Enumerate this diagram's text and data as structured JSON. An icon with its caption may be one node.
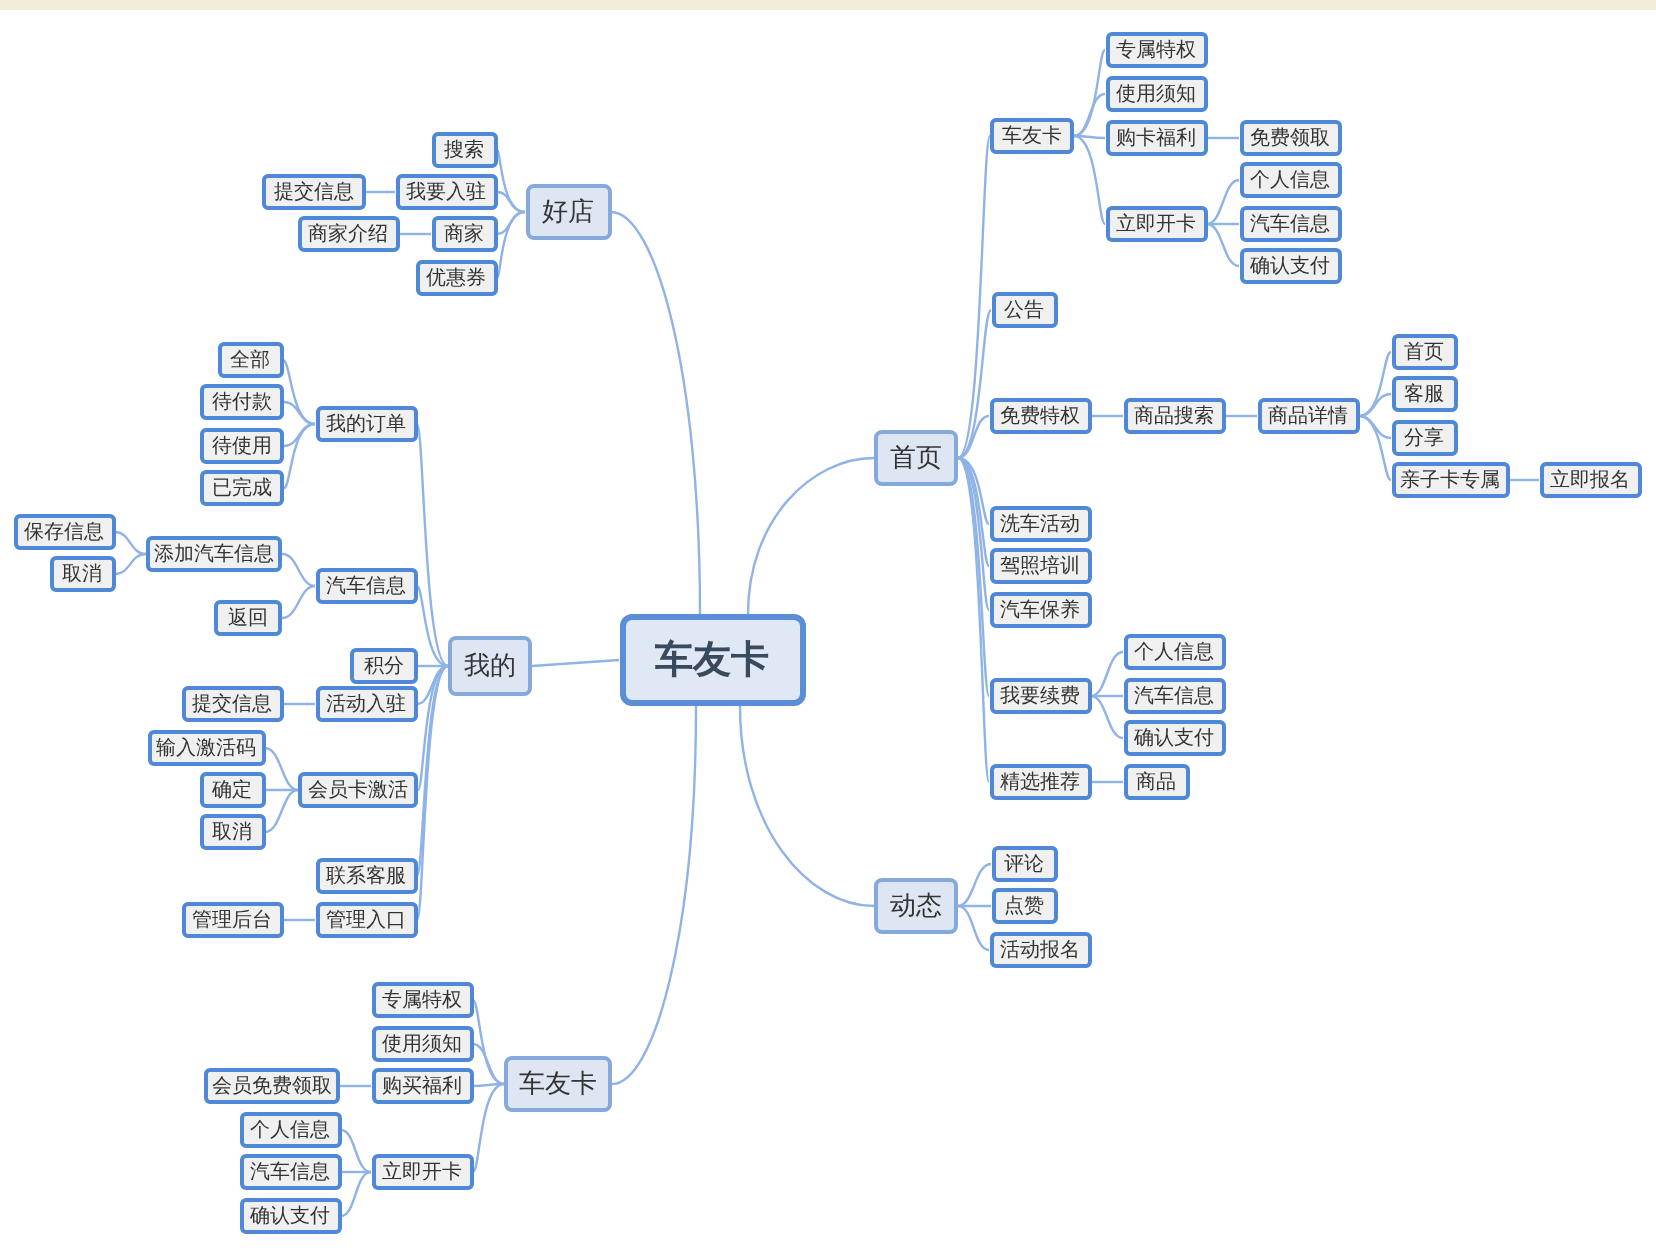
{
  "diagram": {
    "nodes": [
      {
        "text": [
          "车友卡"
        ]
      },
      {
        "text": [
          "好店"
        ]
      },
      {
        "text": [
          "搜索"
        ]
      },
      {
        "text": [
          "我要入驻"
        ]
      },
      {
        "text": [
          "提交信息"
        ]
      },
      {
        "text": [
          "商家"
        ]
      },
      {
        "text": [
          "商家介绍"
        ]
      },
      {
        "text": [
          "优惠券"
        ]
      },
      {
        "text": [
          "我的"
        ]
      },
      {
        "text": [
          "我的订单"
        ]
      },
      {
        "text": [
          "全部"
        ]
      },
      {
        "text": [
          "待付款"
        ]
      },
      {
        "text": [
          "待使用"
        ]
      },
      {
        "text": [
          "已完成"
        ]
      },
      {
        "text": [
          "汽车信息"
        ]
      },
      {
        "text": [
          "添加汽车信息"
        ]
      },
      {
        "text": [
          "保存信息"
        ]
      },
      {
        "text": [
          "取消"
        ]
      },
      {
        "text": [
          "返回"
        ]
      },
      {
        "text": [
          "积分"
        ]
      },
      {
        "text": [
          "活动入驻"
        ]
      },
      {
        "text": [
          "提交信息"
        ]
      },
      {
        "text": [
          "会员卡激活"
        ]
      },
      {
        "text": [
          "输入激活码"
        ]
      },
      {
        "text": [
          "确定"
        ]
      },
      {
        "text": [
          "取消"
        ]
      },
      {
        "text": [
          "联系客服"
        ]
      },
      {
        "text": [
          "管理入口"
        ]
      },
      {
        "text": [
          "管理后台"
        ]
      },
      {
        "text": [
          "车友卡"
        ]
      },
      {
        "text": [
          "专属特权"
        ]
      },
      {
        "text": [
          "使用须知"
        ]
      },
      {
        "text": [
          "购买福利"
        ]
      },
      {
        "text": [
          "会员免费领取"
        ]
      },
      {
        "text": [
          "立即开卡"
        ]
      },
      {
        "text": [
          "个人信息"
        ]
      },
      {
        "text": [
          "汽车信息"
        ]
      },
      {
        "text": [
          "确认支付"
        ]
      },
      {
        "text": [
          "首页"
        ]
      },
      {
        "text": [
          "车友卡"
        ]
      },
      {
        "text": [
          "专属特权"
        ]
      },
      {
        "text": [
          "使用须知"
        ]
      },
      {
        "text": [
          "购卡福利"
        ]
      },
      {
        "text": [
          "免费领取"
        ]
      },
      {
        "text": [
          "立即开卡"
        ]
      },
      {
        "text": [
          "个人信息"
        ]
      },
      {
        "text": [
          "汽车信息"
        ]
      },
      {
        "text": [
          "确认支付"
        ]
      },
      {
        "text": [
          "公告"
        ]
      },
      {
        "text": [
          "免费特权"
        ]
      },
      {
        "text": [
          "商品搜索"
        ]
      },
      {
        "text": [
          "商品详情"
        ]
      },
      {
        "text": [
          "首页"
        ]
      },
      {
        "text": [
          "客服"
        ]
      },
      {
        "text": [
          "分享"
        ]
      },
      {
        "text": [
          "亲子卡专属"
        ]
      },
      {
        "text": [
          "立即报名"
        ]
      },
      {
        "text": [
          "洗车活动"
        ]
      },
      {
        "text": [
          "驾照培训"
        ]
      },
      {
        "text": [
          "汽车保养"
        ]
      },
      {
        "text": [
          "我要续费"
        ]
      },
      {
        "text": [
          "个人信息"
        ]
      },
      {
        "text": [
          "汽车信息"
        ]
      },
      {
        "text": [
          "确认支付"
        ]
      },
      {
        "text": [
          "精选推荐"
        ]
      },
      {
        "text": [
          "商品"
        ]
      },
      {
        "text": [
          "动态"
        ]
      },
      {
        "text": [
          "评论"
        ]
      },
      {
        "text": [
          "点赞"
        ]
      },
      {
        "text": [
          "活动报名"
        ]
      }
    ],
    "edges": [
      {
        "from": 0,
        "to": 1,
        "arrow": "none"
      },
      {
        "from": 1,
        "to": 2,
        "arrow": "none"
      },
      {
        "from": 1,
        "to": 3,
        "arrow": "none"
      },
      {
        "from": 3,
        "to": 4,
        "arrow": "none"
      },
      {
        "from": 1,
        "to": 5,
        "arrow": "none"
      },
      {
        "from": 5,
        "to": 6,
        "arrow": "none"
      },
      {
        "from": 1,
        "to": 7,
        "arrow": "none"
      },
      {
        "from": 0,
        "to": 8,
        "arrow": "none"
      },
      {
        "from": 8,
        "to": 9,
        "arrow": "none"
      },
      {
        "from": 9,
        "to": 10,
        "arrow": "none"
      },
      {
        "from": 9,
        "to": 11,
        "arrow": "none"
      },
      {
        "from": 9,
        "to": 12,
        "arrow": "none"
      },
      {
        "from": 9,
        "to": 13,
        "arrow": "none"
      },
      {
        "from": 8,
        "to": 14,
        "arrow": "none"
      },
      {
        "from": 14,
        "to": 15,
        "arrow": "none"
      },
      {
        "from": 15,
        "to": 16,
        "arrow": "none"
      },
      {
        "from": 15,
        "to": 17,
        "arrow": "none"
      },
      {
        "from": 14,
        "to": 18,
        "arrow": "none"
      },
      {
        "from": 8,
        "to": 19,
        "arrow": "none"
      },
      {
        "from": 8,
        "to": 20,
        "arrow": "none"
      },
      {
        "from": 20,
        "to": 21,
        "arrow": "none"
      },
      {
        "from": 8,
        "to": 22,
        "arrow": "none"
      },
      {
        "from": 22,
        "to": 23,
        "arrow": "none"
      },
      {
        "from": 22,
        "to": 24,
        "arrow": "none"
      },
      {
        "from": 22,
        "to": 25,
        "arrow": "none"
      },
      {
        "from": 8,
        "to": 26,
        "arrow": "none"
      },
      {
        "from": 8,
        "to": 27,
        "arrow": "none"
      },
      {
        "from": 27,
        "to": 28,
        "arrow": "none"
      },
      {
        "from": 0,
        "to": 29,
        "arrow": "none"
      },
      {
        "from": 29,
        "to": 30,
        "arrow": "none"
      },
      {
        "from": 29,
        "to": 31,
        "arrow": "none"
      },
      {
        "from": 29,
        "to": 32,
        "arrow": "none"
      },
      {
        "from": 32,
        "to": 33,
        "arrow": "none"
      },
      {
        "from": 29,
        "to": 34,
        "arrow": "none"
      },
      {
        "from": 34,
        "to": 35,
        "arrow": "none"
      },
      {
        "from": 34,
        "to": 36,
        "arrow": "none"
      },
      {
        "from": 34,
        "to": 37,
        "arrow": "none"
      },
      {
        "from": 0,
        "to": 38,
        "arrow": "none"
      },
      {
        "from": 38,
        "to": 39,
        "arrow": "none"
      },
      {
        "from": 39,
        "to": 40,
        "arrow": "none"
      },
      {
        "from": 39,
        "to": 41,
        "arrow": "none"
      },
      {
        "from": 39,
        "to": 42,
        "arrow": "none"
      },
      {
        "from": 42,
        "to": 43,
        "arrow": "none"
      },
      {
        "from": 39,
        "to": 44,
        "arrow": "none"
      },
      {
        "from": 44,
        "to": 45,
        "arrow": "none"
      },
      {
        "from": 44,
        "to": 46,
        "arrow": "none"
      },
      {
        "from": 44,
        "to": 47,
        "arrow": "none"
      },
      {
        "from": 38,
        "to": 48,
        "arrow": "none"
      },
      {
        "from": 38,
        "to": 49,
        "arrow": "none"
      },
      {
        "from": 49,
        "to": 50,
        "arrow": "none"
      },
      {
        "from": 50,
        "to": 51,
        "arrow": "none"
      },
      {
        "from": 51,
        "to": 52,
        "arrow": "none"
      },
      {
        "from": 51,
        "to": 53,
        "arrow": "none"
      },
      {
        "from": 51,
        "to": 54,
        "arrow": "none"
      },
      {
        "from": 51,
        "to": 55,
        "arrow": "none"
      },
      {
        "from": 55,
        "to": 56,
        "arrow": "none"
      },
      {
        "from": 38,
        "to": 57,
        "arrow": "none"
      },
      {
        "from": 38,
        "to": 58,
        "arrow": "none"
      },
      {
        "from": 38,
        "to": 59,
        "arrow": "none"
      },
      {
        "from": 38,
        "to": 60,
        "arrow": "none"
      },
      {
        "from": 60,
        "to": 61,
        "arrow": "none"
      },
      {
        "from": 60,
        "to": 62,
        "arrow": "none"
      },
      {
        "from": 60,
        "to": 63,
        "arrow": "none"
      },
      {
        "from": 38,
        "to": 64,
        "arrow": "none"
      },
      {
        "from": 64,
        "to": 65,
        "arrow": "none"
      },
      {
        "from": 0,
        "to": 66,
        "arrow": "none"
      },
      {
        "from": 66,
        "to": 67,
        "arrow": "none"
      },
      {
        "from": 66,
        "to": 68,
        "arrow": "none"
      },
      {
        "from": 66,
        "to": 69,
        "arrow": "none"
      }
    ]
  }
}
